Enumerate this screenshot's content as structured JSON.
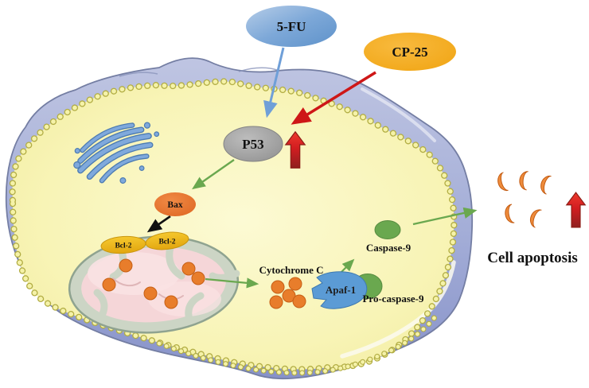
{
  "figure": {
    "stimuli": {
      "fu": "5-FU",
      "cp25": "CP-25"
    },
    "nodes": {
      "p53": "P53",
      "bax": "Bax",
      "bcl2_left": "Bcl-2",
      "bcl2_right": "Bcl-2",
      "cytochrome_c": "Cytochrome C",
      "apaf1": "Apaf-1",
      "pro_caspase9": "Pro-caspase-9",
      "caspase9": "Caspase-9"
    },
    "outcome": "Cell apoptosis",
    "colors": {
      "fu_blue": "#6495cd",
      "cp25_gold": "#f3a81b",
      "p53_gray": "#9a9a9a",
      "bax_orange": "#e4712e",
      "bcl2_yellow": "#efbe1e",
      "membrane_periwinkle": "#9ba6d4",
      "bead_yellow": "#f3f0a2",
      "cytoplasm_yellow": "#f7f3ae",
      "mitochondria_pink": "#f5d6d8",
      "mitochondria_sage": "#ccd5c5",
      "granule_orange": "#e87d2b",
      "enzyme_green": "#6aa84f",
      "apaf_blue": "#5b9bd5",
      "arrow_red": "#ce1717",
      "arrow_blue": "#6f9fd8",
      "arrow_green": "#6aa84f",
      "up_arrow_red_top": "#ee3a2d",
      "up_arrow_red_bottom": "#8f1f1f",
      "apoptotic_body_orange": "#ee8c3c",
      "golgi_blue": "#7fa9dc"
    }
  }
}
